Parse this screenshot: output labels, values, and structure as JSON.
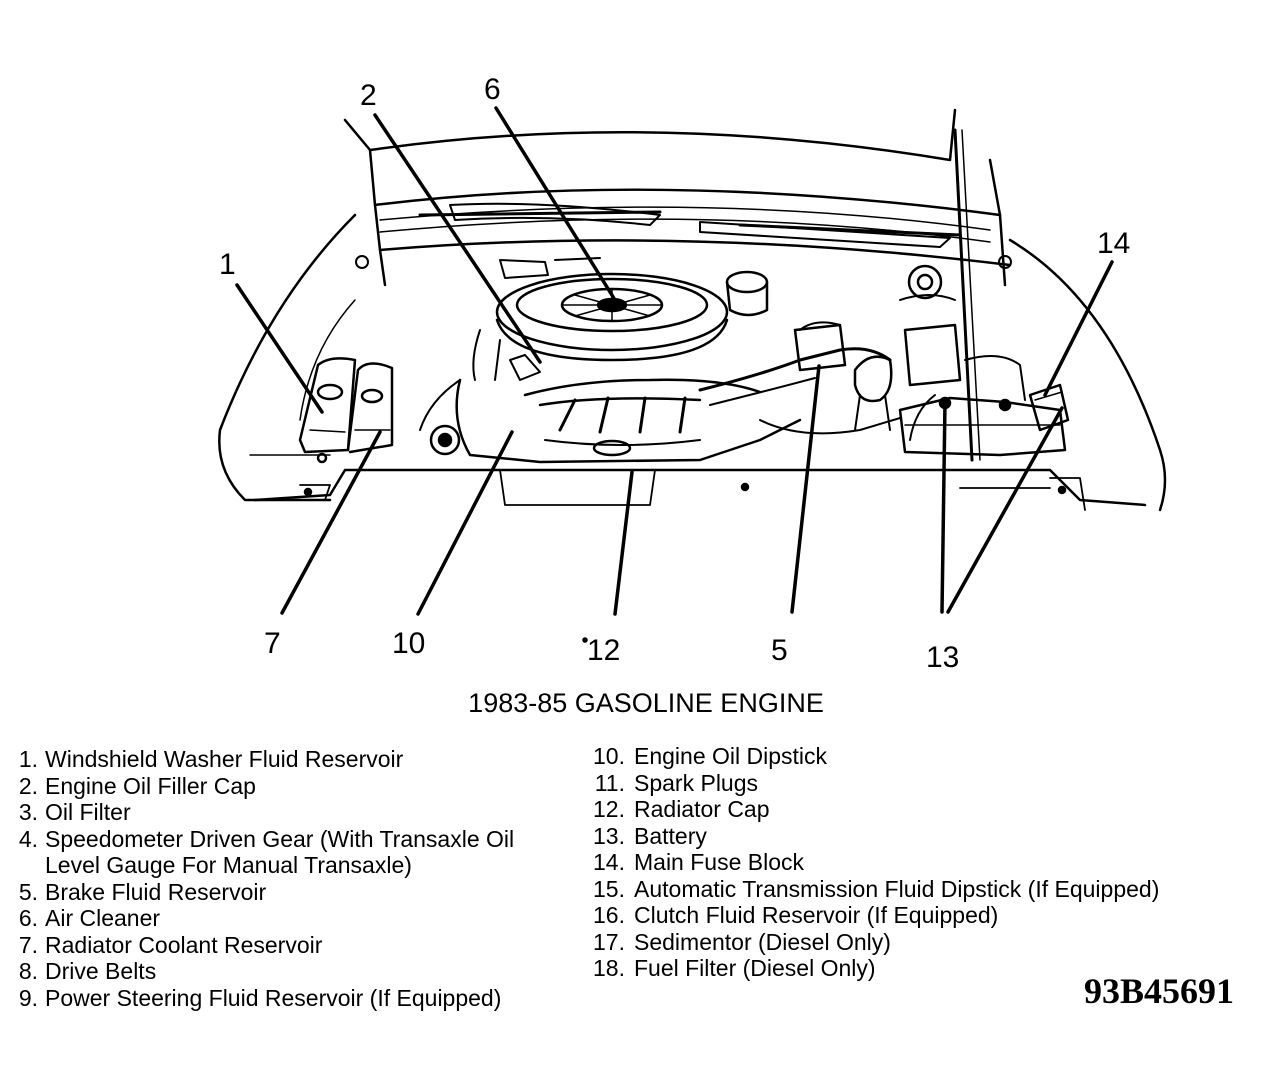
{
  "callouts": [
    {
      "id": "1",
      "label": "1"
    },
    {
      "id": "2",
      "label": "2"
    },
    {
      "id": "6",
      "label": "6"
    },
    {
      "id": "14",
      "label": "14"
    },
    {
      "id": "7",
      "label": "7"
    },
    {
      "id": "10",
      "label": "10"
    },
    {
      "id": "12",
      "label": "12"
    },
    {
      "id": "5",
      "label": "5"
    },
    {
      "id": "13",
      "label": "13"
    }
  ],
  "caption": "1983-85 GASOLINE ENGINE",
  "legend": [
    {
      "num": "1.",
      "text": "Windshield Washer Fluid Reservoir"
    },
    {
      "num": "2.",
      "text": "Engine Oil Filler Cap"
    },
    {
      "num": "3.",
      "text": "Oil Filter"
    },
    {
      "num": "4.",
      "text": "Speedometer Driven Gear (With Transaxle Oil Level Gauge For Manual Transaxle)"
    },
    {
      "num": "5.",
      "text": "Brake Fluid Reservoir"
    },
    {
      "num": "6.",
      "text": "Air Cleaner"
    },
    {
      "num": "7.",
      "text": "Radiator Coolant Reservoir"
    },
    {
      "num": "8.",
      "text": "Drive Belts"
    },
    {
      "num": "9.",
      "text": "Power Steering Fluid Reservoir (If Equipped)"
    },
    {
      "num": "10.",
      "text": "Engine Oil Dipstick"
    },
    {
      "num": "11.",
      "text": "Spark Plugs"
    },
    {
      "num": "12.",
      "text": "Radiator Cap"
    },
    {
      "num": "13.",
      "text": "Battery"
    },
    {
      "num": "14.",
      "text": "Main Fuse Block"
    },
    {
      "num": "15.",
      "text": "Automatic Transmission Fluid Dipstick (If Equipped)"
    },
    {
      "num": "16.",
      "text": "Clutch Fluid Reservoir (If Equipped)"
    },
    {
      "num": "17.",
      "text": "Sedimentor (Diesel Only)"
    },
    {
      "num": "18.",
      "text": "Fuel Filter (Diesel Only)"
    }
  ],
  "figure_id": "93B45691"
}
